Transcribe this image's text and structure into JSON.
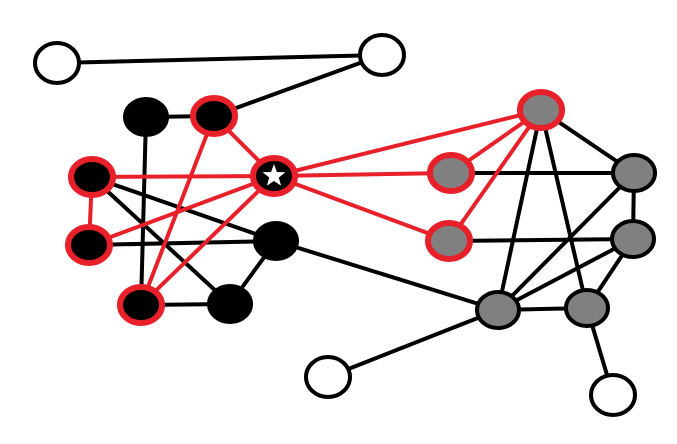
{
  "colors": {
    "background": "#ffffff",
    "black_edge": "#000000",
    "red_edge": "#e8202a",
    "white_fill": "#ffffff",
    "black_fill": "#000000",
    "gray_fill": "#808080",
    "star": "#ffffff"
  },
  "nodes": [
    {
      "id": "w1",
      "fill": "white",
      "highlight": false
    },
    {
      "id": "w2",
      "fill": "white",
      "highlight": false
    },
    {
      "id": "b1",
      "fill": "black",
      "highlight": false
    },
    {
      "id": "b2",
      "fill": "black",
      "highlight": true
    },
    {
      "id": "center",
      "fill": "black",
      "highlight": true,
      "marker": "star"
    },
    {
      "id": "b3",
      "fill": "black",
      "highlight": true
    },
    {
      "id": "b4",
      "fill": "black",
      "highlight": true
    },
    {
      "id": "b5",
      "fill": "black",
      "highlight": false
    },
    {
      "id": "b6",
      "fill": "black",
      "highlight": true
    },
    {
      "id": "b7",
      "fill": "black",
      "highlight": false
    },
    {
      "id": "g1",
      "fill": "gray",
      "highlight": true
    },
    {
      "id": "g2",
      "fill": "gray",
      "highlight": true
    },
    {
      "id": "g3",
      "fill": "gray",
      "highlight": true
    },
    {
      "id": "g4",
      "fill": "gray",
      "highlight": false
    },
    {
      "id": "g5",
      "fill": "gray",
      "highlight": false
    },
    {
      "id": "g6",
      "fill": "gray",
      "highlight": false
    },
    {
      "id": "g7",
      "fill": "gray",
      "highlight": false
    },
    {
      "id": "w3",
      "fill": "white",
      "highlight": false
    },
    {
      "id": "w4",
      "fill": "white",
      "highlight": false
    }
  ],
  "edges": [
    {
      "from": "w1",
      "to": "w2",
      "color": "black"
    },
    {
      "from": "w2",
      "to": "b2",
      "color": "black"
    },
    {
      "from": "b1",
      "to": "b2",
      "color": "black"
    },
    {
      "from": "b1",
      "to": "b6",
      "color": "black"
    },
    {
      "from": "b3",
      "to": "b5",
      "color": "black"
    },
    {
      "from": "b3",
      "to": "b7",
      "color": "black"
    },
    {
      "from": "b4",
      "to": "b5",
      "color": "black"
    },
    {
      "from": "b6",
      "to": "b7",
      "color": "black"
    },
    {
      "from": "b5",
      "to": "b7",
      "color": "black"
    },
    {
      "from": "b5",
      "to": "g6",
      "color": "black"
    },
    {
      "from": "g1",
      "to": "g4",
      "color": "black"
    },
    {
      "from": "g1",
      "to": "g6",
      "color": "black"
    },
    {
      "from": "g1",
      "to": "g7",
      "color": "black"
    },
    {
      "from": "g2",
      "to": "g4",
      "color": "black"
    },
    {
      "from": "g3",
      "to": "g5",
      "color": "black"
    },
    {
      "from": "g4",
      "to": "g5",
      "color": "black"
    },
    {
      "from": "g4",
      "to": "g6",
      "color": "black"
    },
    {
      "from": "g5",
      "to": "g6",
      "color": "black"
    },
    {
      "from": "g6",
      "to": "g7",
      "color": "black"
    },
    {
      "from": "g7",
      "to": "g5",
      "color": "black"
    },
    {
      "from": "g6",
      "to": "w3",
      "color": "black"
    },
    {
      "from": "g7",
      "to": "w4",
      "color": "black"
    },
    {
      "from": "b2",
      "to": "center",
      "color": "red"
    },
    {
      "from": "b2",
      "to": "b6",
      "color": "red"
    },
    {
      "from": "b3",
      "to": "center",
      "color": "red"
    },
    {
      "from": "b3",
      "to": "b4",
      "color": "red"
    },
    {
      "from": "b4",
      "to": "center",
      "color": "red"
    },
    {
      "from": "b6",
      "to": "center",
      "color": "red"
    },
    {
      "from": "center",
      "to": "g1",
      "color": "red"
    },
    {
      "from": "center",
      "to": "g2",
      "color": "red"
    },
    {
      "from": "center",
      "to": "g3",
      "color": "red"
    },
    {
      "from": "g1",
      "to": "g2",
      "color": "red"
    },
    {
      "from": "g1",
      "to": "g3",
      "color": "red"
    }
  ]
}
